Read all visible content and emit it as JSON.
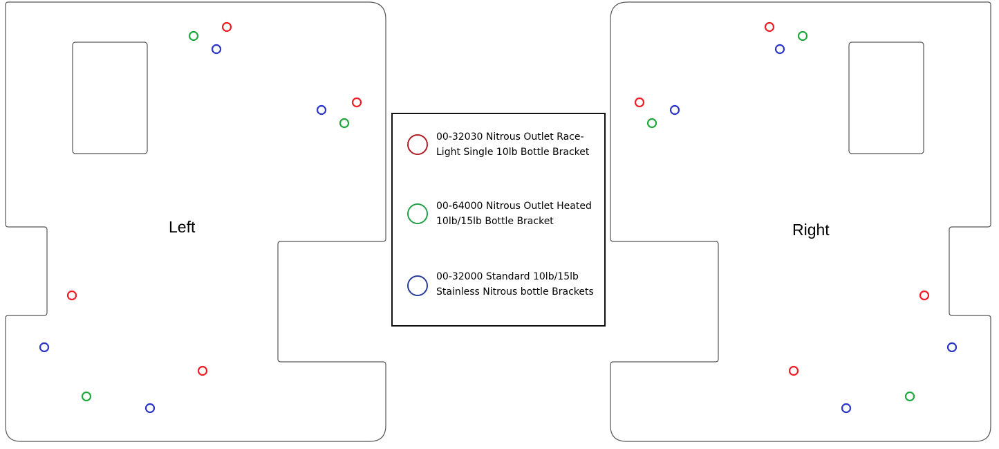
{
  "plates": {
    "left_label": "Left",
    "right_label": "Right"
  },
  "legend": {
    "items": [
      {
        "text": "00-32030 Nitrous Outlet Race-Light Single 10lb Bottle Bracket",
        "color": "#b01c24"
      },
      {
        "text": "00-64000 Nitrous Outlet Heated 10lb/15lb Bottle Bracket",
        "color": "#22a04a"
      },
      {
        "text": "00-32000 Standard 10lb/15lb Stainless Nitrous bottle Brackets",
        "color": "#283c9a"
      }
    ]
  },
  "marker_colors": {
    "red": "#ee1c24",
    "green": "#1fa83c",
    "blue": "#2b35c8"
  }
}
